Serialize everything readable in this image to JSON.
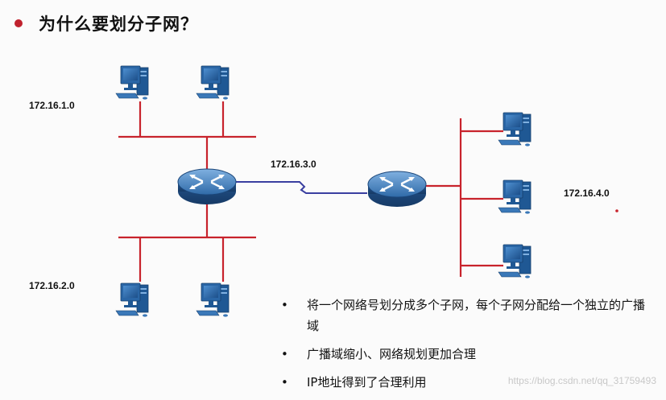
{
  "title": "为什么要划分子网？",
  "networks": {
    "net1": "172.16.1.0",
    "net2": "172.16.2.0",
    "net3": "172.16.3.0",
    "net4": "172.16.4.0"
  },
  "bullets": [
    "将一个网络号划分成多个子网，每个子网分配给一个独立的广播域",
    "广播域缩小、网络规划更加合理",
    "IP地址得到了合理利用"
  ],
  "watermark": "https://blog.csdn.net/qq_31759493",
  "colors": {
    "segment_line": "#c8232c",
    "wan_link": "#3a3fa0",
    "accent_bullet": "#c0222e",
    "router_body": "#2a5d9a",
    "pc_body": "#245e9c"
  },
  "icons": {
    "router": "router-icon",
    "pc": "computer-icon"
  }
}
